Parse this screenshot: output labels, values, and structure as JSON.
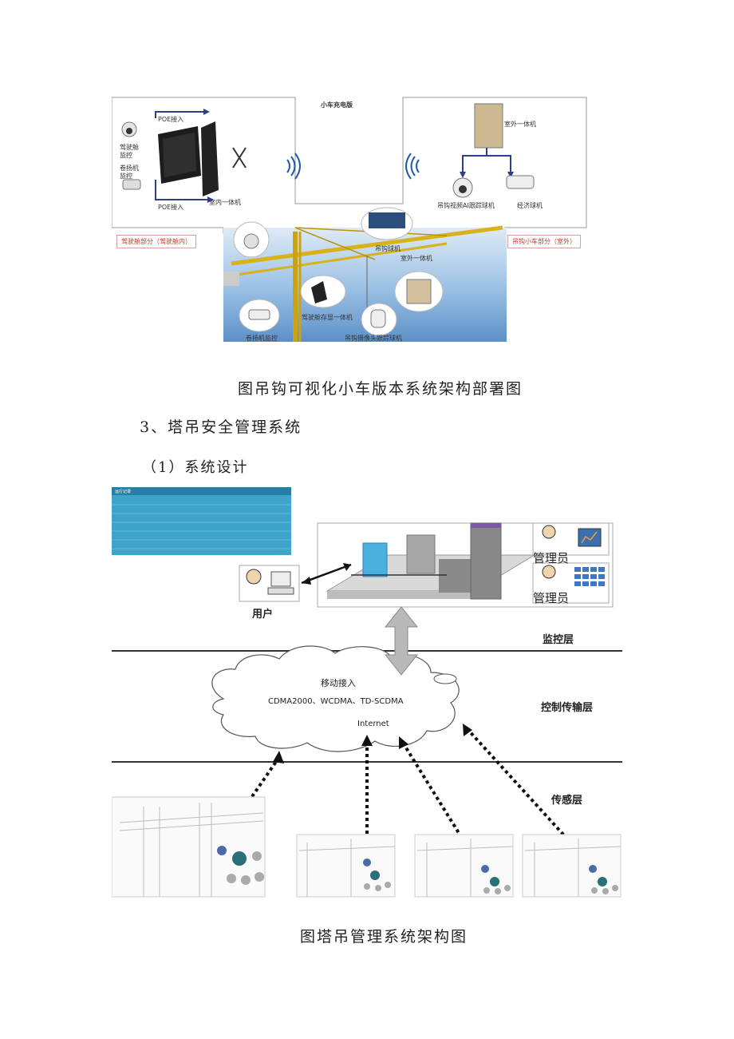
{
  "figure1": {
    "center_title": "小车充电版",
    "poe_top": "POE接入",
    "poe_bottom": "POE接入",
    "cab_cam": "驾驶舱监控",
    "winch_cam": "卷扬机监控",
    "indoor_unit_left": "室内一体机",
    "outdoor_unit_right": "室外一体机",
    "hook_ptz_cam": "吊钩视频AI跟踪球机",
    "radar_cam": "经济球机",
    "left_zone_label": "驾驶舱部分（驾驶舱内）",
    "right_zone_label": "吊钩小车部分（室外）",
    "hook_box": "吊钩球机",
    "outdoor_unit_crane": "室外一体机",
    "cab_display": "驾驶舱存显一体机",
    "winch_monitor": "卷扬机监控",
    "hook_cam_bottom": "吊钩摄像头跟踪球机"
  },
  "caption1": "图吊钩可视化小车版本系统架构部署图",
  "section_heading": "3、塔吊安全管理系统",
  "subsection_heading": "（1）系统设计",
  "figure2": {
    "user_label": "用户",
    "admin1": "管理员",
    "admin2": "管理员",
    "monitor_layer": "监控层",
    "control_layer": "控制传输层",
    "sensor_layer": "传感层",
    "cloud_title": "移动接入",
    "cloud_networks": "CDMA2000、WCDMA、TD-SCDMA",
    "cloud_internet": "Internet",
    "table_title": "运行记录"
  },
  "caption2": "图塔吊管理系统架构图"
}
